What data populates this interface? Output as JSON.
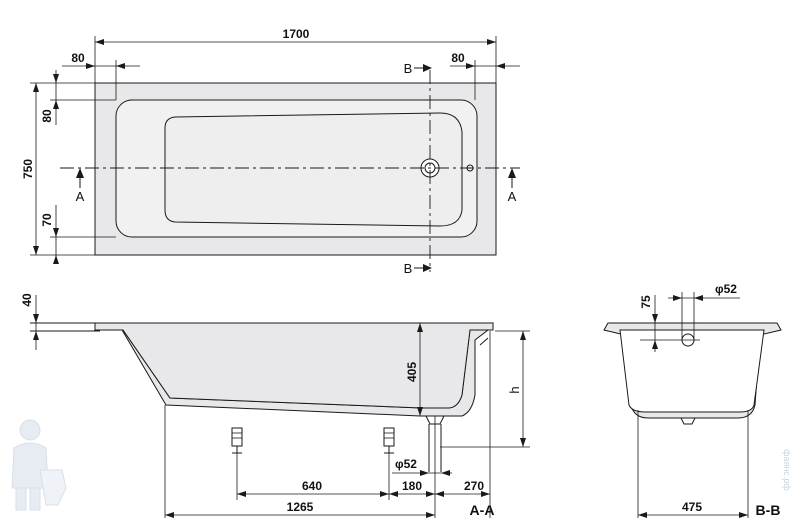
{
  "top_view": {
    "length": "1700",
    "width": "750",
    "rim_left": "80",
    "rim_right": "80",
    "rim_top": "80",
    "rim_bottom": "70",
    "section_a_left": "A",
    "section_a_right": "A",
    "section_b_top": "B",
    "section_b_bottom": "B"
  },
  "section_aa": {
    "rim_height": "40",
    "depth": "405",
    "height_symbol": "h",
    "drain_diameter": "φ52",
    "leg_spacing": "640",
    "leg_to_drain": "180",
    "drain_to_end": "270",
    "total_to_drain": "1265",
    "label": "A-A"
  },
  "section_bb": {
    "overflow_height": "75",
    "overflow_diameter": "φ52",
    "width": "475",
    "label": "B-B"
  },
  "watermark": {
    "text": "фаянс.рф",
    "mascot": "plumber-mascot-logo"
  },
  "colors": {
    "line": "#1a1a1a",
    "tub_fill": "#e8e8ea",
    "watermark": "#c9d3e0"
  }
}
